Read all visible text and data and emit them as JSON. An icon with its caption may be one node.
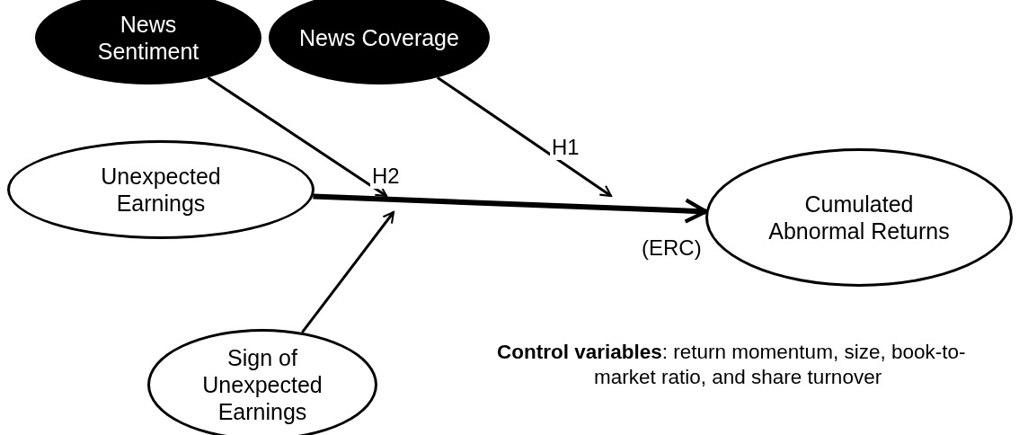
{
  "diagram": {
    "nodes": [
      {
        "text": [
          "News Sentiment"
        ]
      },
      {
        "text": [
          "News Coverage"
        ]
      },
      {
        "text": [
          "Unexpected Earnings"
        ]
      },
      {
        "text": [
          "Cumulated Abnormal Returns"
        ]
      },
      {
        "text": [
          "Sign of Unexpected Earnings"
        ]
      }
    ],
    "edges": [
      {
        "from": 2,
        "to": 3,
        "arrow": "to",
        "label": "(ERC)",
        "style": "thick"
      },
      {
        "from": 0,
        "to": null,
        "arrow": "to",
        "label": "H2"
      },
      {
        "from": 1,
        "to": null,
        "arrow": "to",
        "label": "H1"
      },
      {
        "from": 4,
        "to": null,
        "arrow": "to"
      }
    ],
    "labels": [
      "**Control variables**: return momentum, size, book-to-market ratio, and share turnover"
    ]
  }
}
